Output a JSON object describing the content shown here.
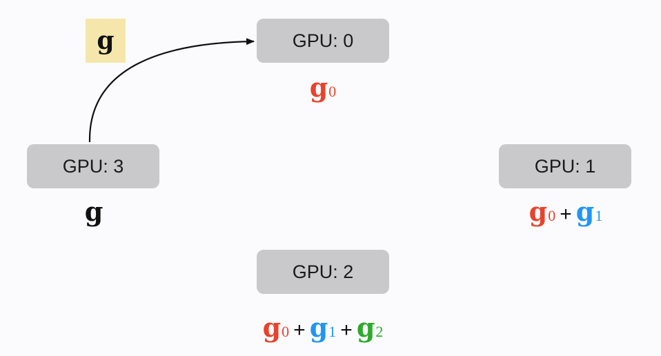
{
  "colors": {
    "node_bg": "#c9c9cb",
    "g0": "#e8432d",
    "g1": "#2196f3",
    "g2": "#2cab2c",
    "plain": "#111111",
    "payload_bg": "#f5e7ac"
  },
  "nodes": [
    {
      "id": "gpu0",
      "label": "GPU: 0"
    },
    {
      "id": "gpu1",
      "label": "GPU: 1"
    },
    {
      "id": "gpu2",
      "label": "GPU: 2"
    },
    {
      "id": "gpu3",
      "label": "GPU: 3"
    }
  ],
  "payload": {
    "text": "g"
  },
  "edges": [
    {
      "from": "gpu3",
      "to": "gpu0",
      "label": "g"
    }
  ],
  "node_values": {
    "gpu0": [
      {
        "base": "g",
        "sub": "0",
        "color": "#e8432d"
      }
    ],
    "gpu1": [
      {
        "base": "g",
        "sub": "0",
        "color": "#e8432d"
      },
      {
        "op": "+"
      },
      {
        "base": "g",
        "sub": "1",
        "color": "#2196f3"
      }
    ],
    "gpu2": [
      {
        "base": "g",
        "sub": "0",
        "color": "#e8432d"
      },
      {
        "op": "+"
      },
      {
        "base": "g",
        "sub": "1",
        "color": "#2196f3"
      },
      {
        "op": "+"
      },
      {
        "base": "g",
        "sub": "2",
        "color": "#2cab2c"
      }
    ],
    "gpu3": [
      {
        "base": "g",
        "sub": "",
        "color": "#111111"
      }
    ]
  }
}
